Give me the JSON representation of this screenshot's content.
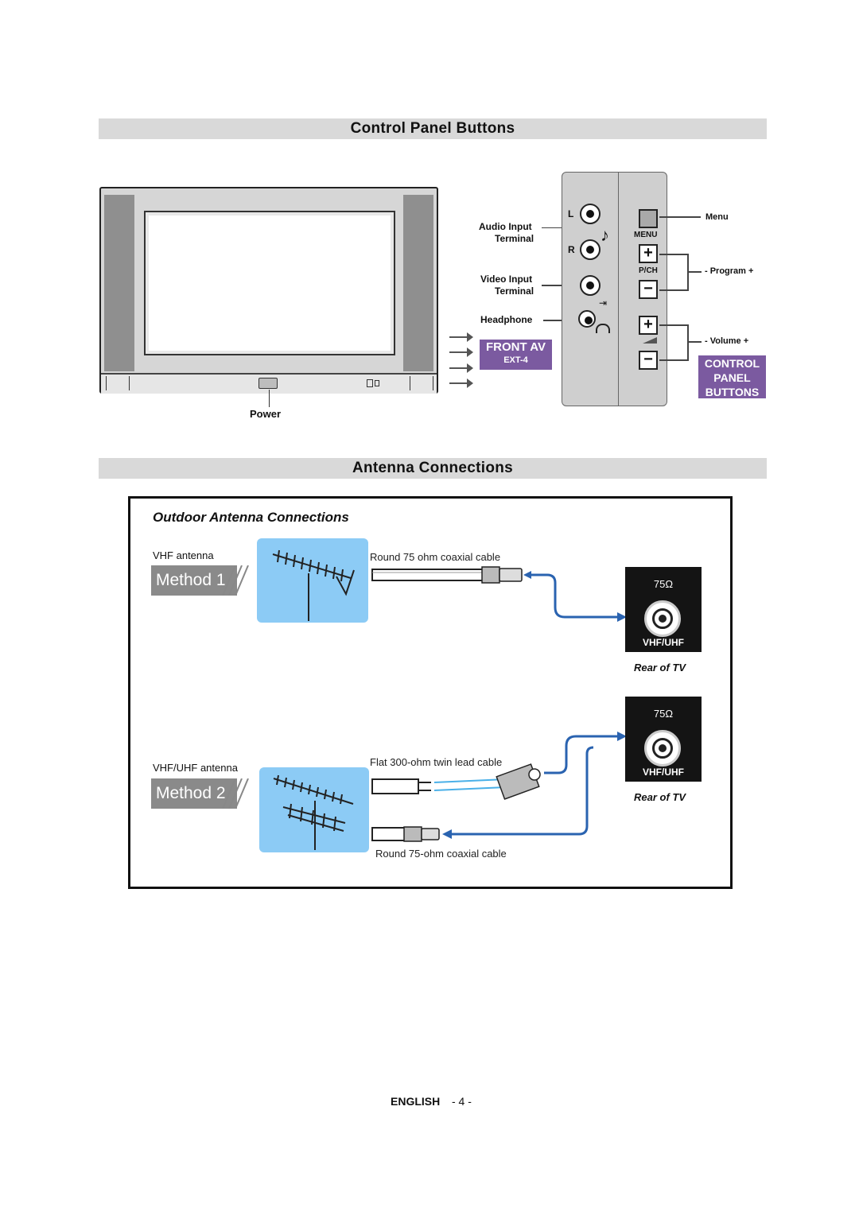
{
  "control_panel": {
    "heading": "Control Panel Buttons",
    "power_label": "Power",
    "audio_input": [
      "Audio Input",
      "Terminal"
    ],
    "video_input": [
      "Video Input",
      "Terminal"
    ],
    "headphone_label": "Headphone",
    "channel_left": "L",
    "channel_right": "R",
    "front_av": "FRONT AV",
    "ext": "EXT-4",
    "menu_small": "MENU",
    "pch_small": "P/CH",
    "menu_label": "Menu",
    "program_label": "- Program +",
    "volume_label": "- Volume +",
    "panel_badge": [
      "CONTROL",
      "PANEL",
      "BUTTONS"
    ],
    "plus": "+",
    "minus": "−"
  },
  "antenna": {
    "heading": "Antenna Connections",
    "box_title": "Outdoor Antenna Connections",
    "method1": {
      "label": "Method 1",
      "antenna": "VHF antenna",
      "cable": "Round 75 ohm coaxial cable"
    },
    "method2": {
      "label": "Method 2",
      "antenna": "VHF/UHF antenna",
      "cable_top": "Flat 300-ohm twin lead cable",
      "cable_bottom": "Round 75-ohm coaxial cable"
    },
    "rear": {
      "impedance": "75Ω",
      "port": "VHF/UHF",
      "caption": "Rear of TV"
    }
  },
  "footer": {
    "language": "ENGLISH",
    "page": "- 4 -"
  },
  "colors": {
    "purple": "#7b5aa0",
    "sky": "#8ccbf5",
    "cable_blue": "#2a63b0"
  }
}
